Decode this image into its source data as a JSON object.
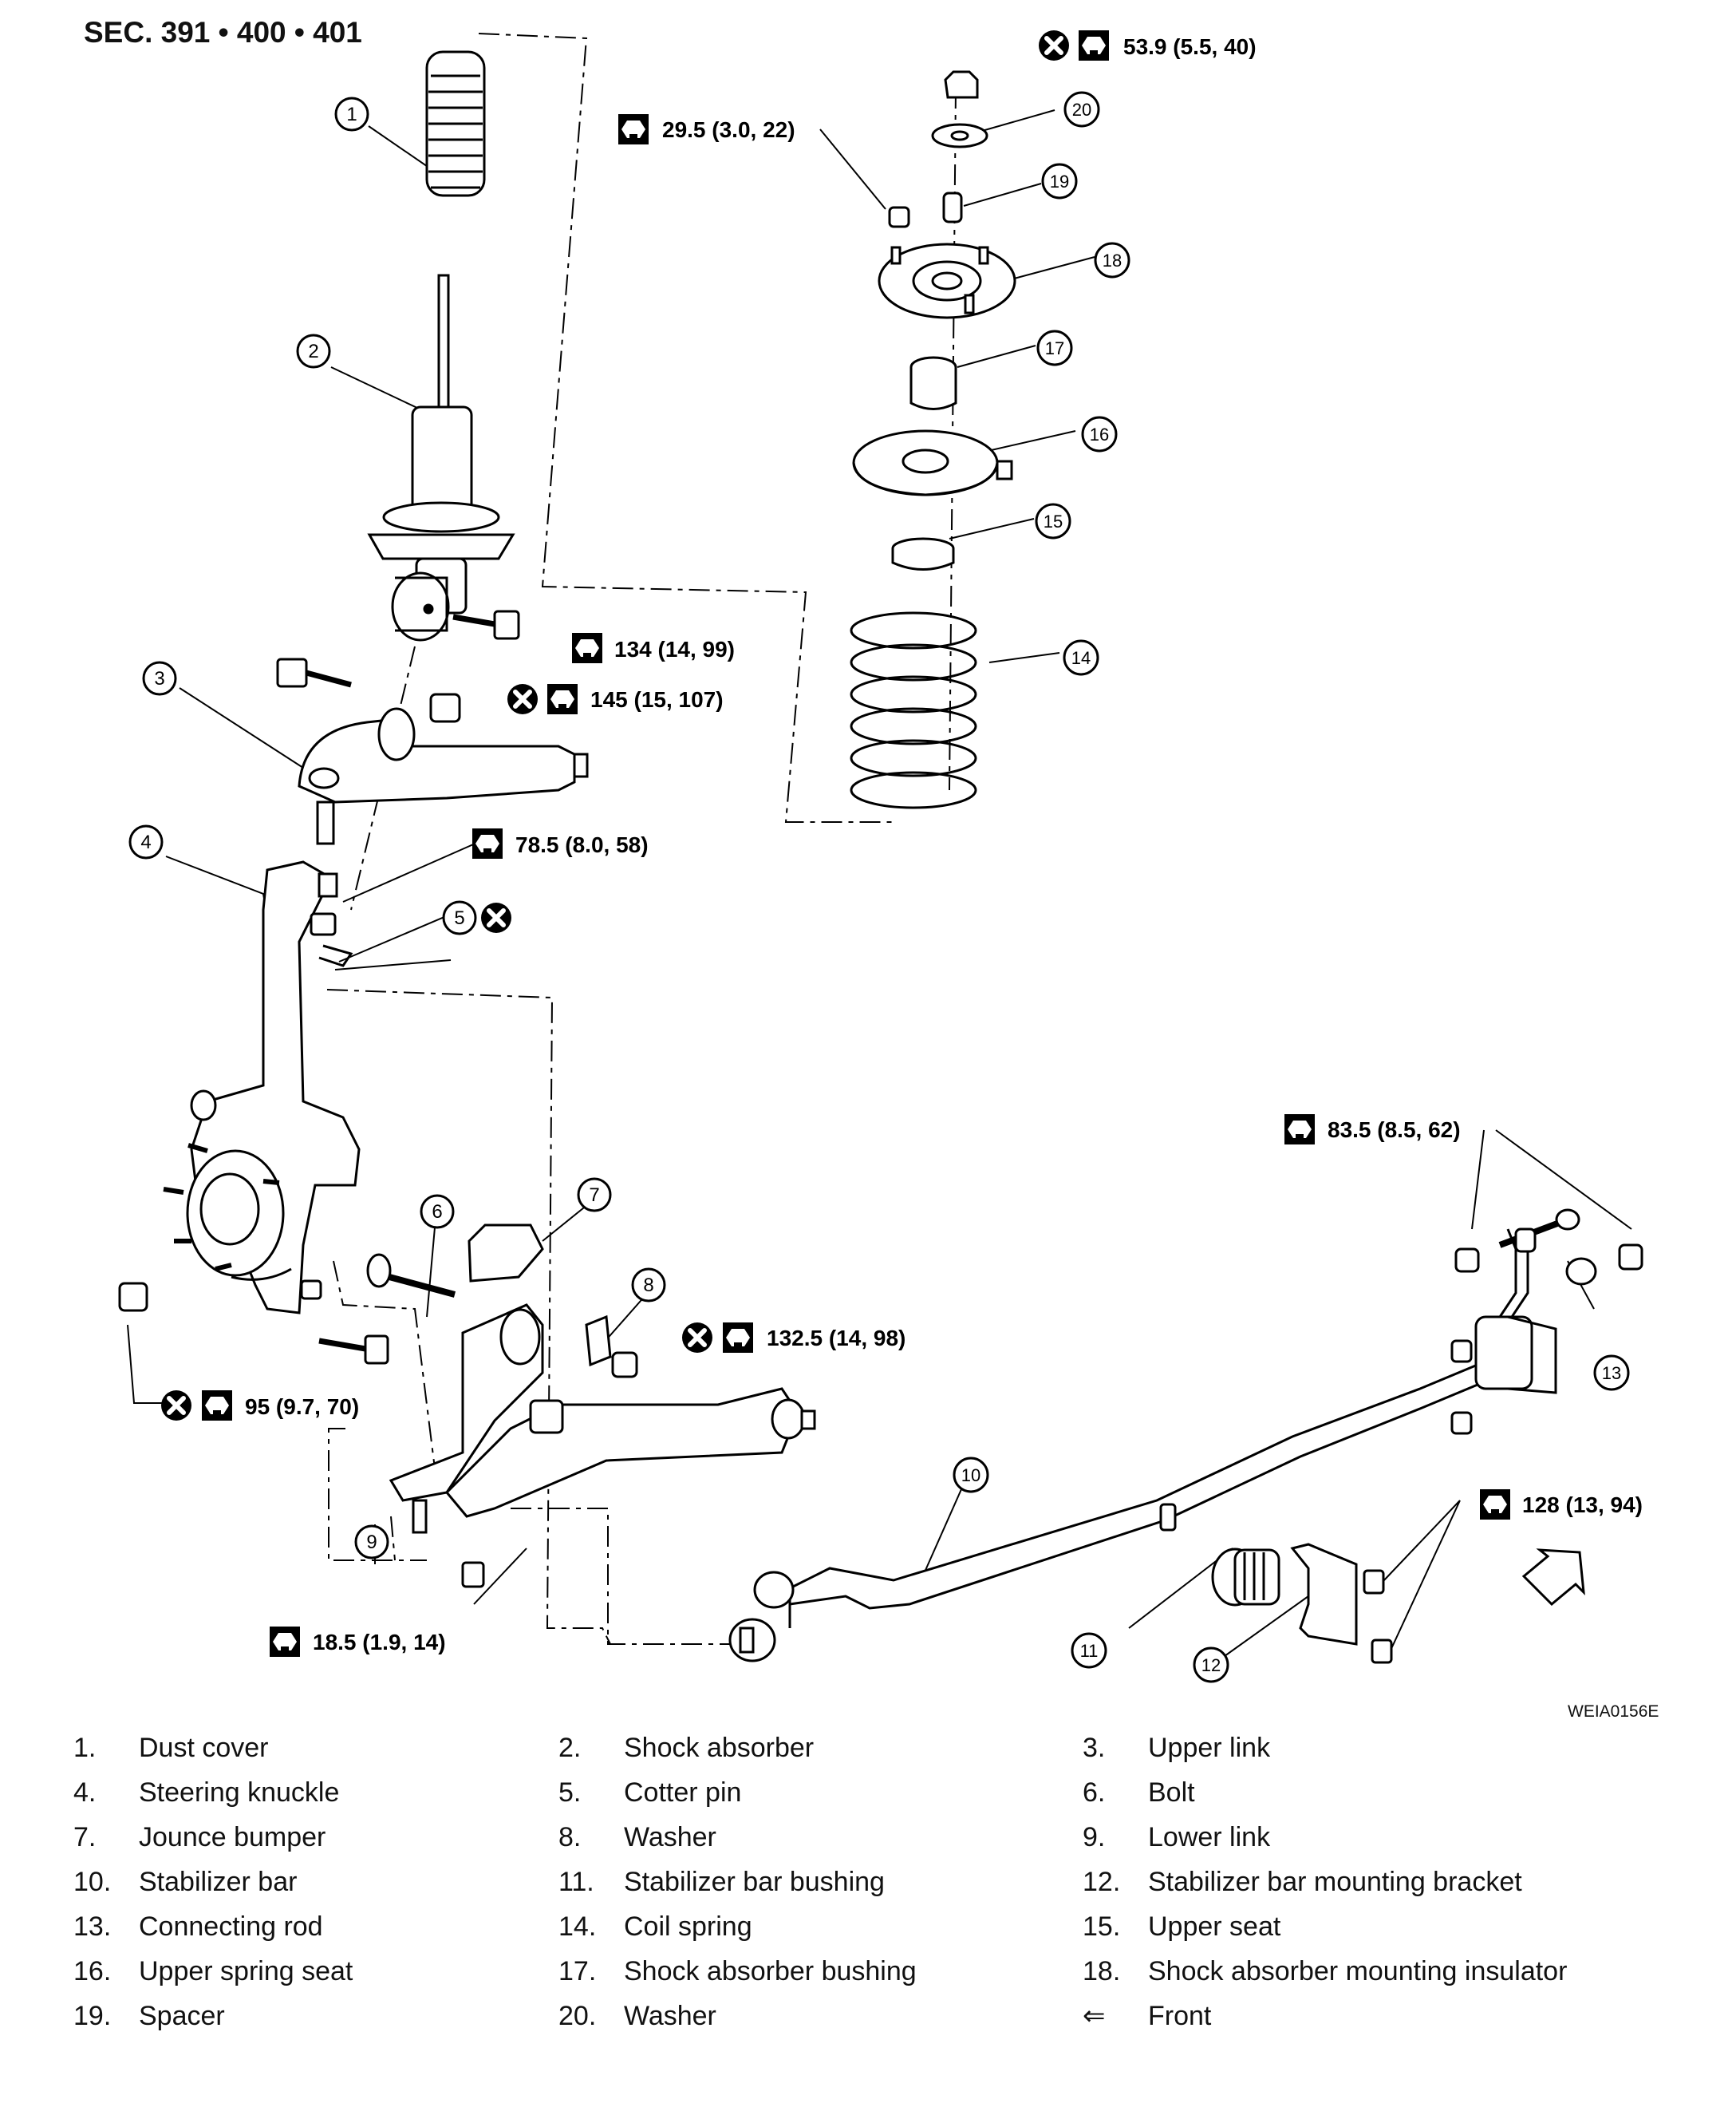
{
  "section_title": "SEC. 391 • 400 • 401",
  "figure_code": "WEIA0156E",
  "callouts": [
    "1",
    "2",
    "3",
    "4",
    "5",
    "6",
    "7",
    "8",
    "9",
    "10",
    "11",
    "12",
    "13",
    "14",
    "15",
    "16",
    "17",
    "18",
    "19",
    "20"
  ],
  "torques": [
    {
      "id": "t1",
      "text": "53.9 (5.5, 40)",
      "replace": true
    },
    {
      "id": "t2",
      "text": "29.5 (3.0, 22)",
      "replace": false
    },
    {
      "id": "t3",
      "text": "134 (14, 99)",
      "replace": false
    },
    {
      "id": "t4",
      "text": "145 (15, 107)",
      "replace": true
    },
    {
      "id": "t5",
      "text": "78.5 (8.0, 58)",
      "replace": false
    },
    {
      "id": "t6",
      "text": "132.5 (14, 98)",
      "replace": true
    },
    {
      "id": "t7",
      "text": "95 (9.7, 70)",
      "replace": true
    },
    {
      "id": "t8",
      "text": "18.5 (1.9, 14)",
      "replace": false
    },
    {
      "id": "t9",
      "text": "83.5 (8.5, 62)",
      "replace": false
    },
    {
      "id": "t10",
      "text": "128 (13, 94)",
      "replace": false
    }
  ],
  "legend": [
    {
      "num": "1.",
      "label": "Dust cover"
    },
    {
      "num": "2.",
      "label": "Shock absorber"
    },
    {
      "num": "3.",
      "label": "Upper link"
    },
    {
      "num": "4.",
      "label": "Steering knuckle"
    },
    {
      "num": "5.",
      "label": "Cotter pin"
    },
    {
      "num": "6.",
      "label": "Bolt"
    },
    {
      "num": "7.",
      "label": "Jounce bumper"
    },
    {
      "num": "8.",
      "label": "Washer"
    },
    {
      "num": "9.",
      "label": "Lower link"
    },
    {
      "num": "10.",
      "label": "Stabilizer bar"
    },
    {
      "num": "11.",
      "label": "Stabilizer bar bushing"
    },
    {
      "num": "12.",
      "label": "Stabilizer bar mounting bracket"
    },
    {
      "num": "13.",
      "label": "Connecting rod"
    },
    {
      "num": "14.",
      "label": "Coil spring"
    },
    {
      "num": "15.",
      "label": "Upper seat"
    },
    {
      "num": "16.",
      "label": "Upper spring seat"
    },
    {
      "num": "17.",
      "label": "Shock absorber bushing"
    },
    {
      "num": "18.",
      "label": "Shock absorber mounting insulator"
    },
    {
      "num": "19.",
      "label": "Spacer"
    },
    {
      "num": "20.",
      "label": "Washer"
    },
    {
      "num": "⇐",
      "label": "Front"
    }
  ]
}
